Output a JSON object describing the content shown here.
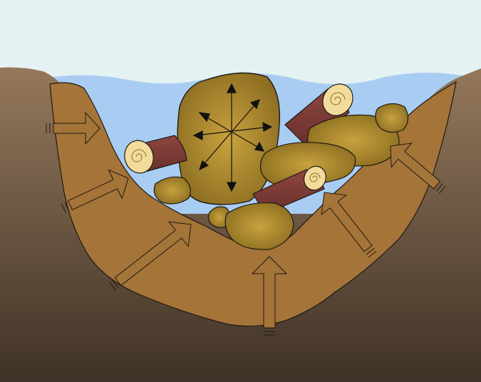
{
  "diagram": {
    "colors": {
      "sky": "#e4f2f3",
      "water": "#a9cdf2",
      "soil_top": "#94785c",
      "soil_bottom": "#3f3226",
      "wash": "#a47438",
      "rock": "#9a7a26",
      "rock_light": "#c8a23e",
      "log": "#7a3a36",
      "log_end": "#f2dc9c",
      "arrow_fill": "#a47438"
    },
    "icons": {
      "pressure_arrow": "outlined-block-arrow",
      "expansion_arrow": "black-arrowhead",
      "log_end": "tree-ring-spiral"
    }
  }
}
